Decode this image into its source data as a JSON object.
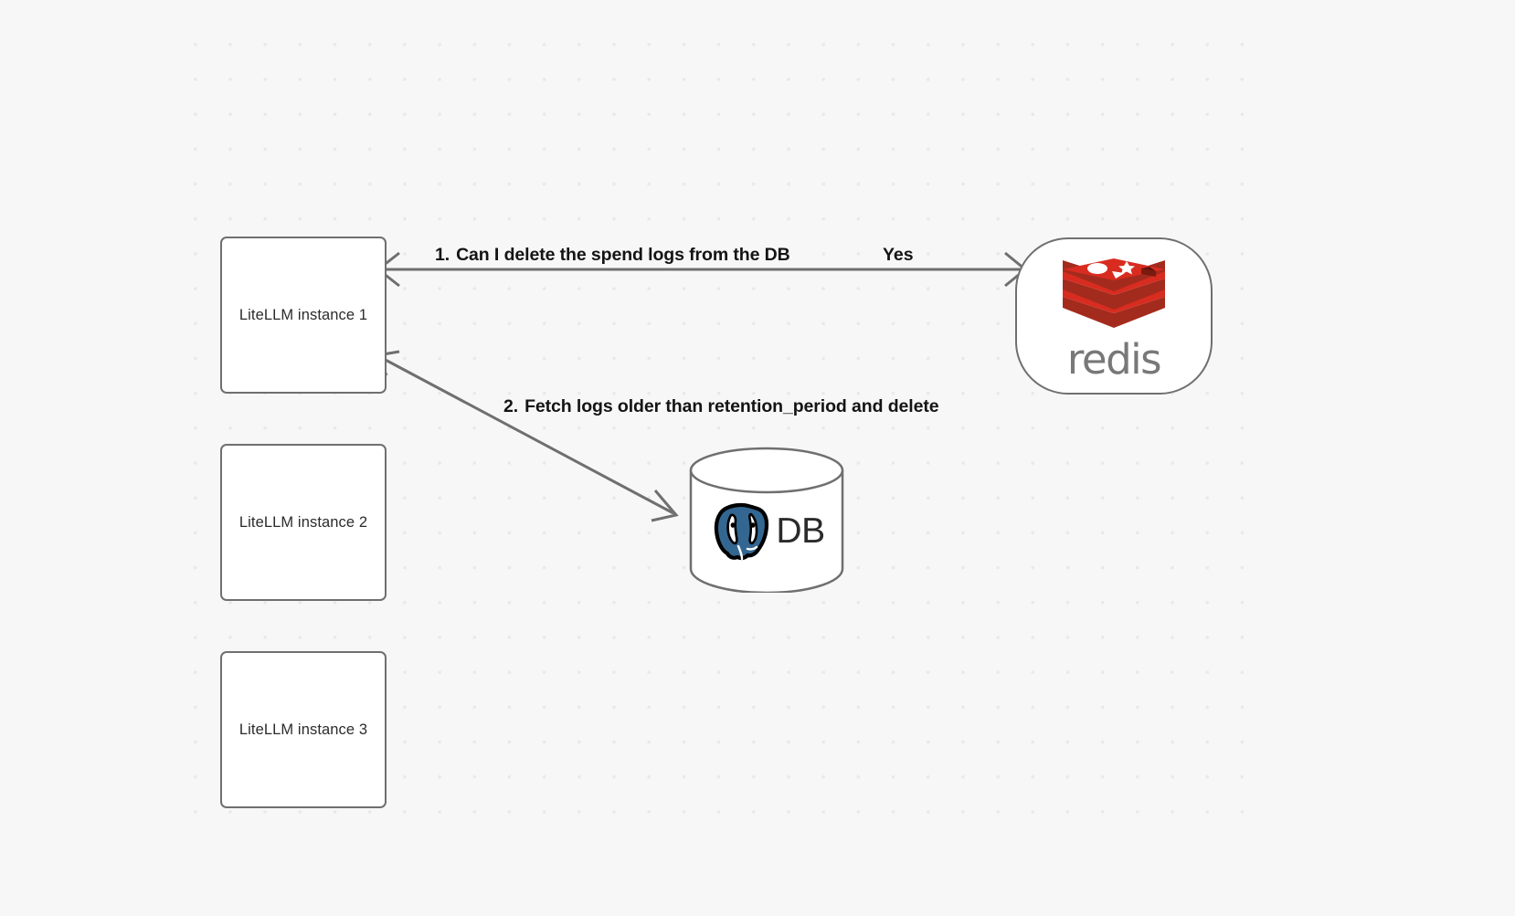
{
  "canvas": {
    "background_color": "#f7f7f7",
    "dot_color": "#e9e9e9",
    "edge_color": "#706f6f"
  },
  "nodes": {
    "instances": [
      {
        "id": "instance-1",
        "label": "LiteLLM instance 1"
      },
      {
        "id": "instance-2",
        "label": "LiteLLM instance 2"
      },
      {
        "id": "instance-3",
        "label": "LiteLLM instance 3"
      }
    ],
    "redis": {
      "id": "redis",
      "wordmark": "redis",
      "logo_color": "#d82c20",
      "wordmark_color": "#787878"
    },
    "database": {
      "id": "db",
      "label": "DB",
      "logo_color": "#336791"
    }
  },
  "edges": [
    {
      "id": "edge-1",
      "from": "redis",
      "to": "instance-1",
      "number": "1.",
      "label": "Can I delete the spend logs from the DB",
      "reply_label": "Yes"
    },
    {
      "id": "edge-2",
      "from": "instance-1",
      "to": "db",
      "number": "2.",
      "label": "Fetch logs older than retention_period and delete"
    }
  ]
}
